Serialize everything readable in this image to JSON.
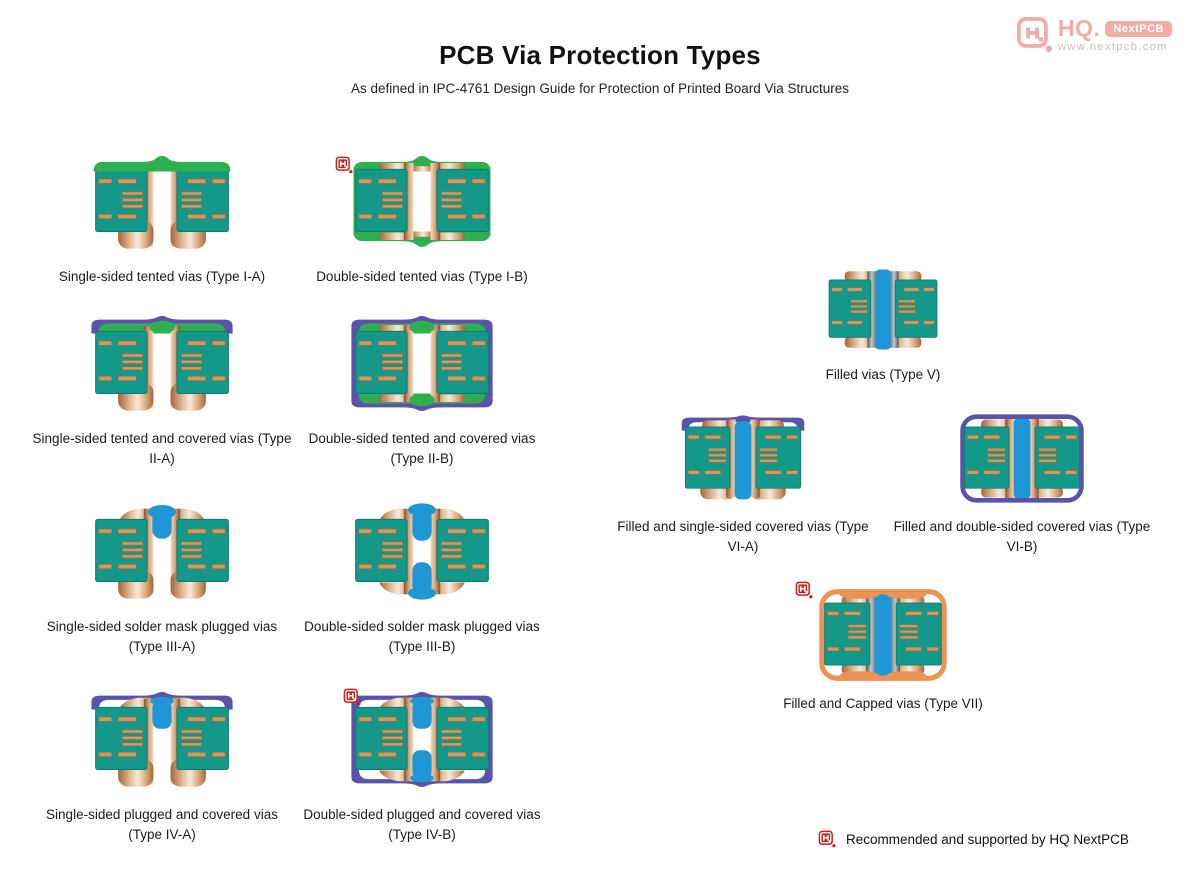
{
  "header": {
    "title": "PCB Via Protection Types",
    "subtitle": "As defined in IPC-4761 Design Guide for Protection of Printed Board Via Structures"
  },
  "logo": {
    "hq": "HQ.",
    "badge": "NextPCB",
    "url": "www.nextpcb.com"
  },
  "diagrams": [
    {
      "id": "type-i-a",
      "label": "Single-sided tented vias (Type I-A)",
      "recommended": false
    },
    {
      "id": "type-i-b",
      "label": "Double-sided tented vias (Type I-B)",
      "recommended": true
    },
    {
      "id": "type-ii-a",
      "label": "Single-sided tented and covered vias (Type II-A)",
      "recommended": false
    },
    {
      "id": "type-ii-b",
      "label": "Double-sided tented and covered vias (Type II-B)",
      "recommended": false
    },
    {
      "id": "type-iii-a",
      "label": "Single-sided solder mask plugged vias (Type III-A)",
      "recommended": false
    },
    {
      "id": "type-iii-b",
      "label": "Double-sided solder mask plugged vias (Type III-B)",
      "recommended": false
    },
    {
      "id": "type-iv-a",
      "label": "Single-sided plugged and covered vias (Type IV-A)",
      "recommended": false
    },
    {
      "id": "type-iv-b",
      "label": "Double-sided plugged and covered vias (Type IV-B)",
      "recommended": true
    },
    {
      "id": "type-v",
      "label": "Filled vias (Type V)",
      "recommended": false
    },
    {
      "id": "type-vi-a",
      "label": "Filled and single-sided covered vias (Type VI-A)",
      "recommended": false
    },
    {
      "id": "type-vi-b",
      "label": "Filled and double-sided covered vias (Type VI-B)",
      "recommended": false
    },
    {
      "id": "type-vii",
      "label": "Filled and Capped vias (Type VII)",
      "recommended": true
    }
  ],
  "footer": {
    "note": "Recommended and supported by HQ NextPCB"
  },
  "colors": {
    "teal": "#13988a",
    "teal_edge": "#0c7d71",
    "copper": "#cf9a62",
    "green": "#2db04d",
    "purple": "#5a53ac",
    "blue": "#1f96d6",
    "orange": "#ed9355",
    "brand_red": "#c9201d",
    "logo_pink": "#f0a9a2"
  }
}
